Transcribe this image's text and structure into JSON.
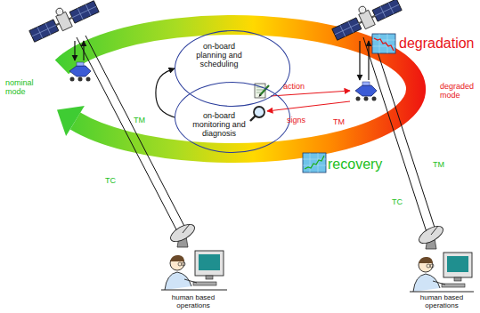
{
  "diagram": {
    "nodes": [
      {
        "text": [
          "on-board planning and scheduling"
        ]
      },
      {
        "text": [
          "on-board monitoring and diagnosis"
        ]
      }
    ],
    "edges": [
      {
        "from": 1,
        "to": 0,
        "arrow": "to"
      }
    ],
    "labels": [
      "degradation",
      "nominal mode",
      "action",
      "degraded mode",
      "signs",
      "TM",
      "TM",
      "recovery",
      "TM",
      "TC",
      "TC",
      "human based operations",
      "human based operations"
    ]
  }
}
